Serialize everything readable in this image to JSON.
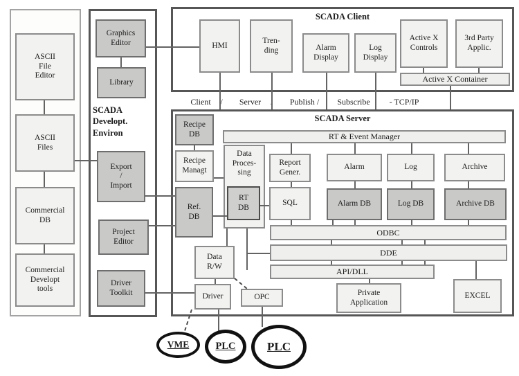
{
  "colors": {
    "gray_fill": "#c9c9c8",
    "light_fill": "#f2f2f0",
    "line": "#636363",
    "ellipse_border": "#111111"
  },
  "left_column": {
    "boxes": [
      {
        "label": "ASCII\nFile\nEditor"
      },
      {
        "label": "ASCII\nFiles"
      },
      {
        "label": "Commercial\nDB"
      },
      {
        "label": "Commercial\nDevelopt\ntools"
      }
    ]
  },
  "dev_column": {
    "heading": "SCADA\nDevelopt.\nEnviron",
    "boxes": [
      {
        "label": "Graphics\nEditor"
      },
      {
        "label": "Library"
      },
      {
        "label": "Export\n/\nImport"
      },
      {
        "label": "Project\nEditor"
      },
      {
        "label": "Driver\nToolkit"
      }
    ]
  },
  "scada_client": {
    "title": "SCADA Client",
    "boxes": [
      {
        "label": "HMI"
      },
      {
        "label": "Tren-\nding"
      },
      {
        "label": "Alarm\nDisplay"
      },
      {
        "label": "Log\nDisplay"
      },
      {
        "label": "Active X\nControls"
      },
      {
        "label": "3rd Party\nApplic."
      }
    ],
    "container_label": "Active X Container"
  },
  "middleware_band": {
    "segments": [
      "Client",
      "/",
      "Server",
      ".",
      "Publish /",
      "Subscribe",
      "- TCP/IP"
    ]
  },
  "scada_server": {
    "title": "SCADA Server",
    "rt_event_manager": "RT & Event Manager",
    "recipe_db": "Recipe\nDB",
    "recipe_managt": "Recipe\nManagt",
    "ref_db": "Ref.\nDB",
    "data_processing": "Data\nProces-\nsing",
    "rt_db": "RT\nDB",
    "report_gener": "Report\nGener.",
    "sql": "SQL",
    "alarm": "Alarm",
    "alarm_db": "Alarm DB",
    "log": "Log",
    "log_db": "Log DB",
    "archive": "Archive",
    "archive_db": "Archive DB",
    "odbc": "ODBC",
    "dde": "DDE",
    "api_dll": "API/DLL",
    "data_rw": "Data\nR/W",
    "driver": "Driver",
    "opc": "OPC",
    "private_application": "Private\nApplication",
    "excel": "EXCEL"
  },
  "field_devices": [
    {
      "label": "VME"
    },
    {
      "label": "PLC"
    },
    {
      "label": "PLC"
    }
  ]
}
